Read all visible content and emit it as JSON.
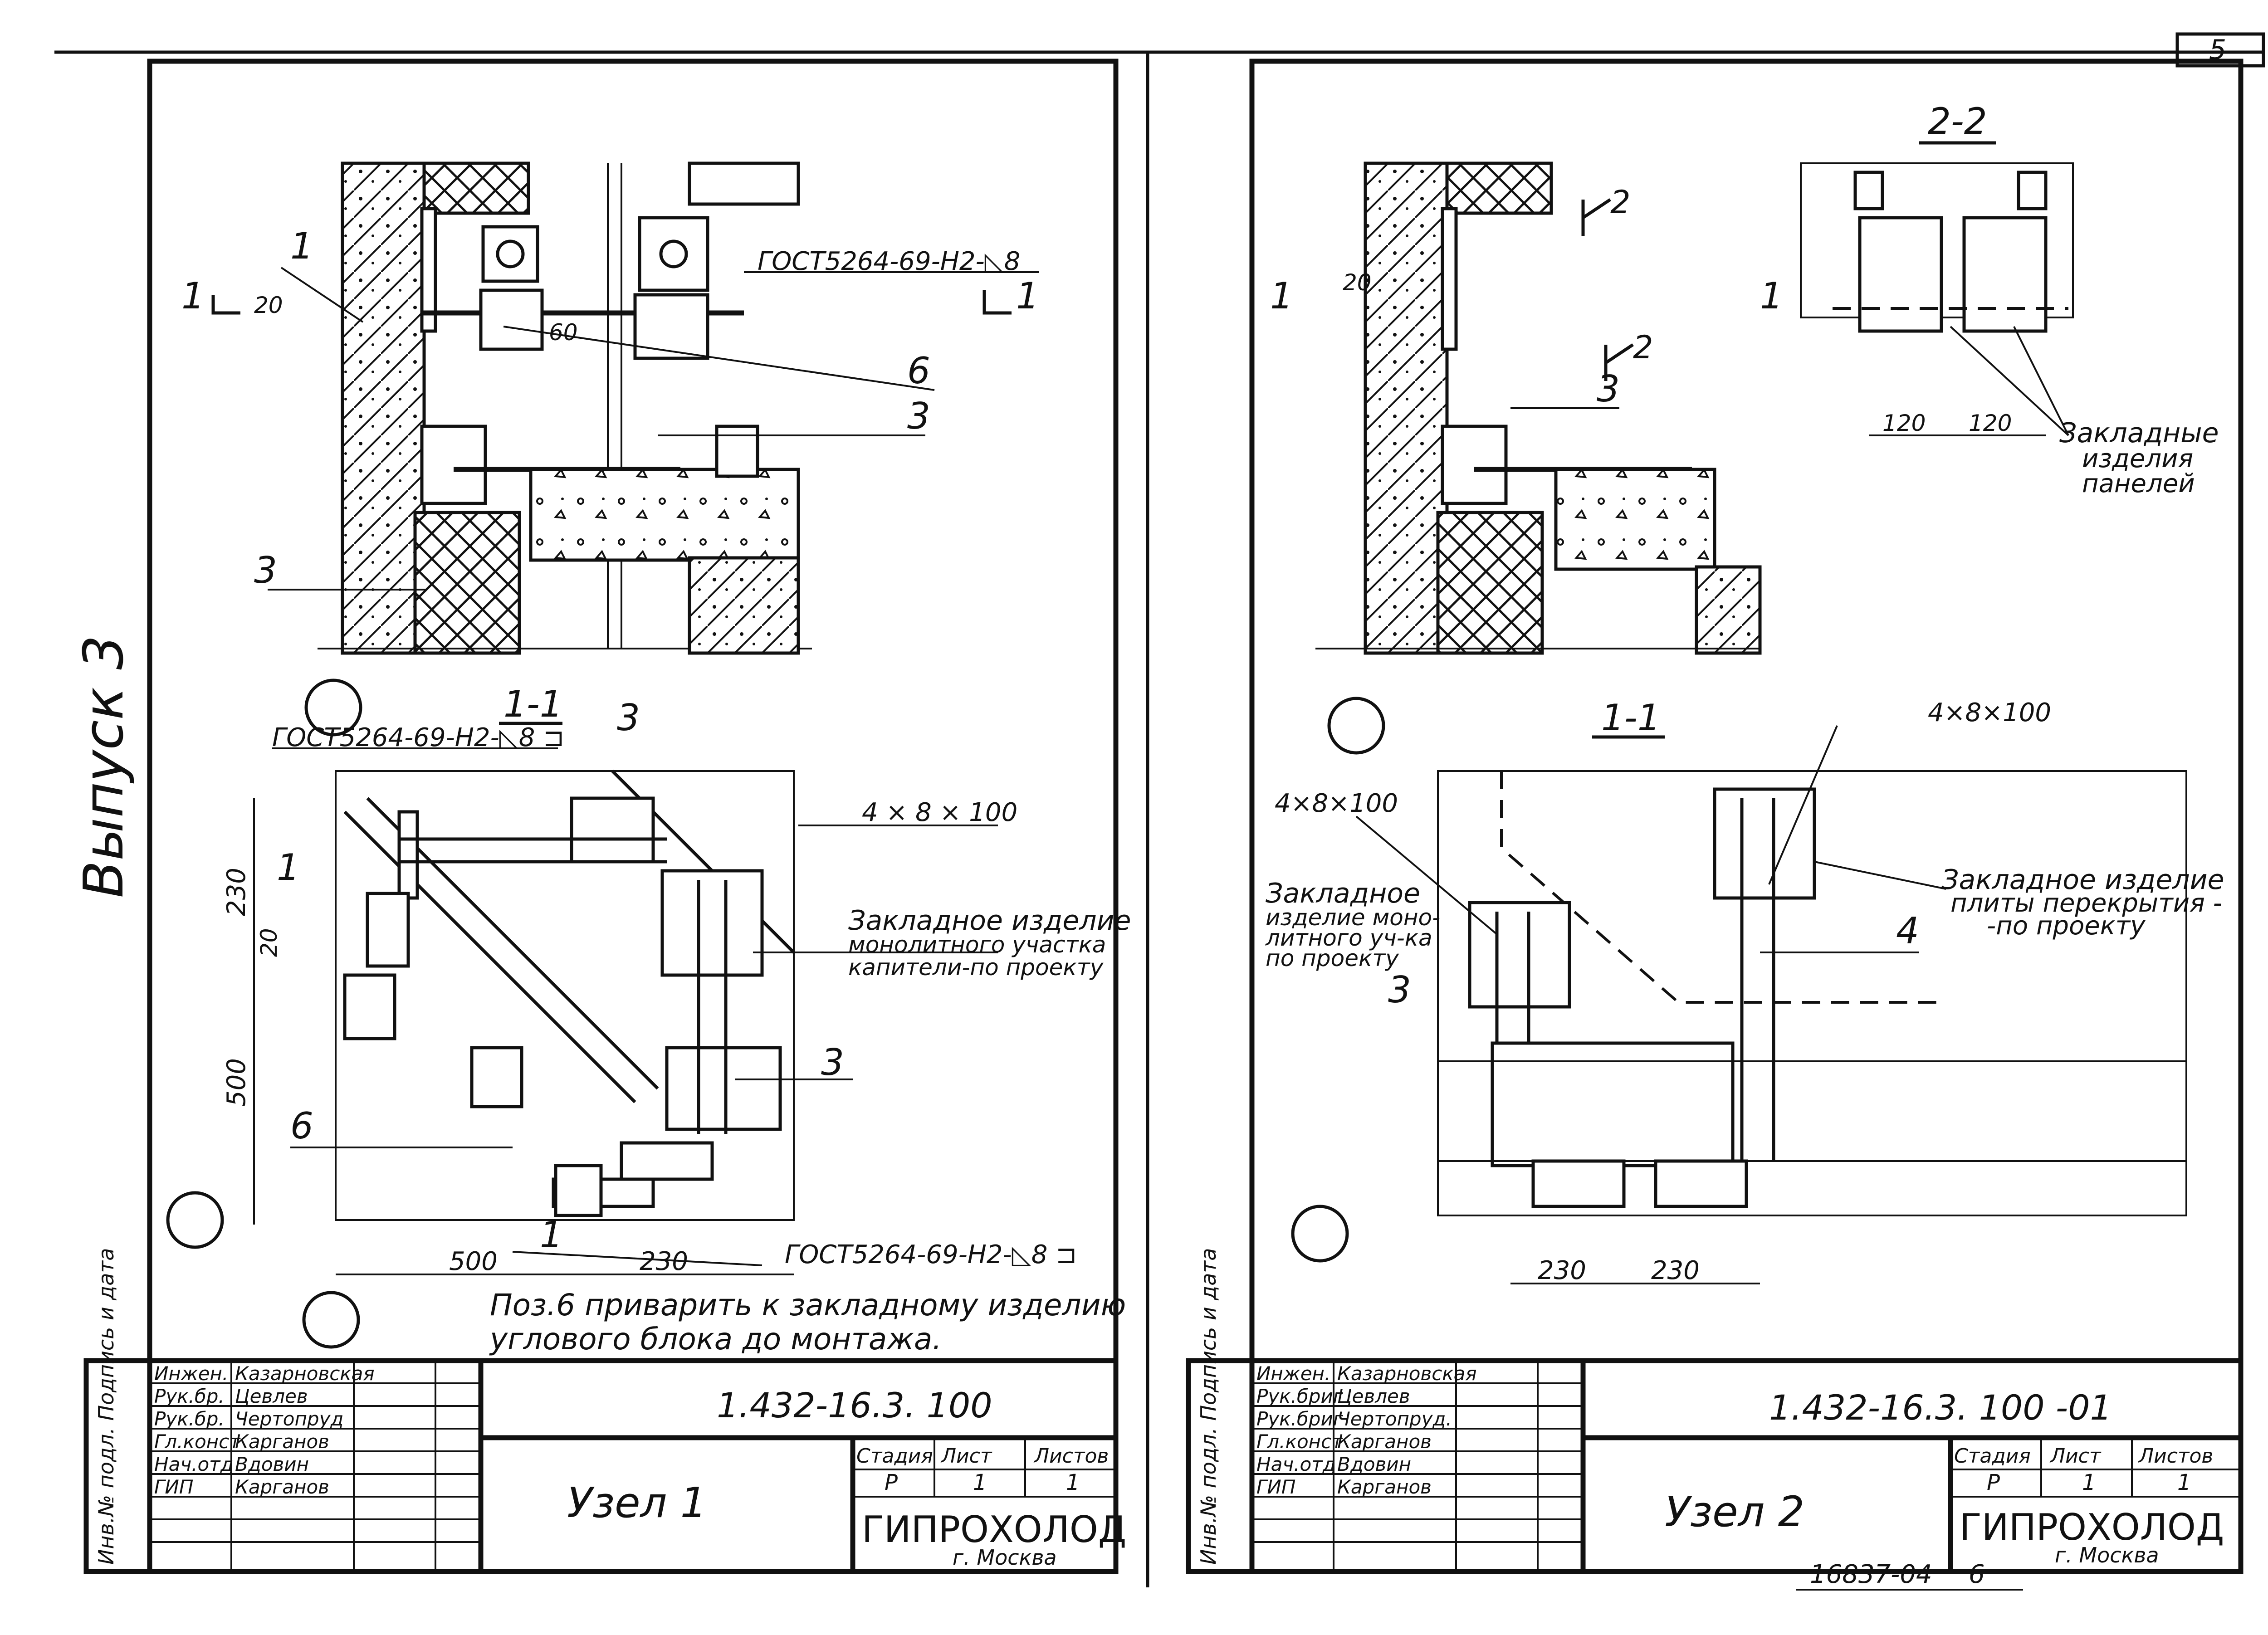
{
  "page": {
    "corner_sheet": "5",
    "side_label": "Выпуск 3",
    "bottom_code": "16837-04",
    "bottom_number": "6"
  },
  "left": {
    "marks": {
      "pos1": "1",
      "pos3": "3",
      "pos6": "6",
      "cut": "1",
      "sec_title": "1-1",
      "dim20": "20",
      "dim60": "60",
      "dim230": "230",
      "dim500": "500",
      "weld": "ГОСТ5264-69-Н2-◺8",
      "weld2": "ГОСТ5264-69-Н2-◺8 ⊐",
      "anchor": "4 × 8 × 100",
      "embed_note_1": "Закладное изделие",
      "embed_note_2": "монолитного участка",
      "embed_note_3": "капители-по проекту",
      "note_1": "Поз.6 приварить к закладному изделию",
      "note_2": "углового блока до монтажа."
    },
    "titleblock": {
      "code": "1.432-16.3. 100",
      "title": "Узел 1",
      "org": "ГИПРОХОЛОД",
      "city": "г. Москва",
      "stage_label": "Стадия",
      "sheet_label": "Лист",
      "sheets_label": "Листов",
      "stage": "Р",
      "sheet": "1",
      "sheets": "1",
      "side": "Инв.№ подл.  Подпись и дата",
      "rows": [
        {
          "role": "Инжен.",
          "name": "Казарновская"
        },
        {
          "role": "Рук.бр.",
          "name": "Цевлев"
        },
        {
          "role": "Рук.бр.",
          "name": "Чертопруд"
        },
        {
          "role": "Гл.конст",
          "name": "Карганов"
        },
        {
          "role": "Нач.отд",
          "name": "Вдовин"
        },
        {
          "role": "ГИП",
          "name": "Карганов"
        }
      ]
    }
  },
  "right": {
    "marks": {
      "pos3": "3",
      "pos4": "4",
      "cut": "1",
      "sec2": "2",
      "sec_title": "1-1",
      "sec22_title": "2-2",
      "dim20": "20",
      "dim120": "120",
      "dim230": "230",
      "anchor": "4×8×100",
      "embed_a_1": "Закладные",
      "embed_a_2": "изделия",
      "embed_a_3": "панелей",
      "embed_b_1": "Закладное изделие",
      "embed_b_2": "плиты перекрытия -",
      "embed_b_3": "-по проекту",
      "embed_c_1": "Закладное",
      "embed_c_2": "изделие моно-",
      "embed_c_3": "литного уч-ка",
      "embed_c_4": "по проекту"
    },
    "titleblock": {
      "code": "1.432-16.3. 100 -01",
      "title": "Узел 2",
      "org": "ГИПРОХОЛОД",
      "city": "г. Москва",
      "stage_label": "Стадия",
      "sheet_label": "Лист",
      "sheets_label": "Листов",
      "stage": "Р",
      "sheet": "1",
      "sheets": "1",
      "side": "Инв.№ подл.  Подпись и дата",
      "rows": [
        {
          "role": "Инжен.",
          "name": "Казарновская"
        },
        {
          "role": "Рук.бриг",
          "name": "Цевлев"
        },
        {
          "role": "Рук.бриг",
          "name": "Чертопруд."
        },
        {
          "role": "Гл.конст",
          "name": "Карганов"
        },
        {
          "role": "Нач.отд",
          "name": "Вдовин"
        },
        {
          "role": "ГИП",
          "name": "Карганов"
        }
      ]
    }
  }
}
